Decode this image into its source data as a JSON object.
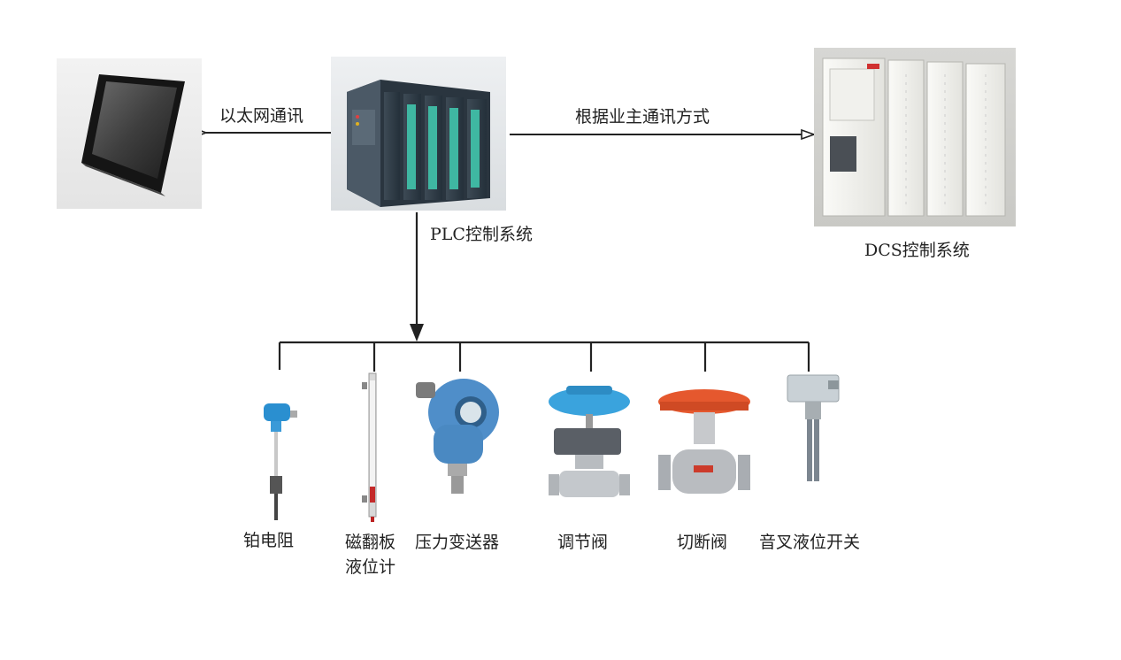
{
  "connections": {
    "ethernet": "以太网通讯",
    "owner_protocol": "根据业主通讯方式"
  },
  "systems": {
    "plc": "PLC控制系统",
    "dcs": "DCS控制系统"
  },
  "field_devices": [
    {
      "label": "铂电阻"
    },
    {
      "label_line1": "磁翻板",
      "label_line2": "液位计"
    },
    {
      "label": "压力变送器"
    },
    {
      "label": "调节阀"
    },
    {
      "label": "切断阀"
    },
    {
      "label": "音叉液位开关"
    }
  ]
}
